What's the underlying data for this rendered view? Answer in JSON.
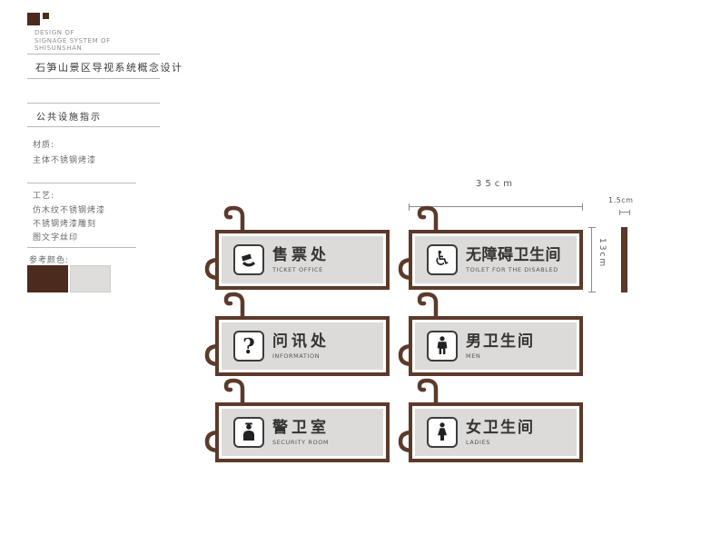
{
  "header": {
    "logo_lines": [
      "DESIGN OF",
      "SIGNAGE SYSTEM OF",
      "SHISUNSHAN"
    ],
    "title": "石笋山景区导视系统概念设计"
  },
  "sidebar": {
    "section_title": "公共设施指示",
    "material_label": "材质:",
    "material_value": "主体不锈钢烤漆",
    "craft_label": "工艺:",
    "craft_items": [
      "仿木纹不锈钢烤漆",
      "不锈钢烤漆雕刻",
      "图文字丝印"
    ],
    "colors_label": "参考颜色:",
    "swatches": [
      {
        "name": "dark-brown",
        "hex": "#4a2b1e"
      },
      {
        "name": "light-gray",
        "hex": "#dedddb"
      }
    ]
  },
  "dimensions": {
    "width": "35cm",
    "height": "13cm",
    "thickness": "1.5cm"
  },
  "signs": [
    {
      "zh": "售票处",
      "en": "TICKET OFFICE",
      "icon": "ticket-office-icon"
    },
    {
      "zh": "无障碍卫生间",
      "en": "TOILET FOR THE DISABLED",
      "icon": "accessible-toilet-icon"
    },
    {
      "zh": "问讯处",
      "en": "INFORMATION",
      "icon": "information-icon"
    },
    {
      "zh": "男卫生间",
      "en": "MEN",
      "icon": "men-icon"
    },
    {
      "zh": "警卫室",
      "en": "SECURITY ROOM",
      "icon": "security-icon"
    },
    {
      "zh": "女卫生间",
      "en": "LADIES",
      "icon": "ladies-icon"
    }
  ],
  "colors": {
    "frame_brown": "#5c3a2a",
    "panel_gray": "#dcdbd9"
  }
}
